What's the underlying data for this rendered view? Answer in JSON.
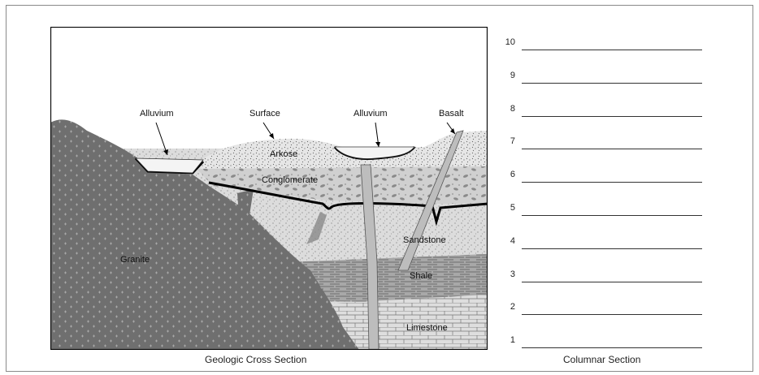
{
  "cross_section": {
    "caption": "Geologic Cross Section",
    "labels": {
      "alluvium_left": "Alluvium",
      "surface": "Surface",
      "alluvium_right": "Alluvium",
      "basalt": "Basalt",
      "arkose": "Arkose",
      "conglomerate": "Conglomerate",
      "granite": "Granite",
      "sandstone": "Sandstone",
      "shale": "Shale",
      "limestone": "Limestone"
    }
  },
  "columnar_section": {
    "caption": "Columnar Section",
    "rows": [
      "10",
      "9",
      "8",
      "7",
      "6",
      "5",
      "4",
      "3",
      "2",
      "1"
    ]
  }
}
